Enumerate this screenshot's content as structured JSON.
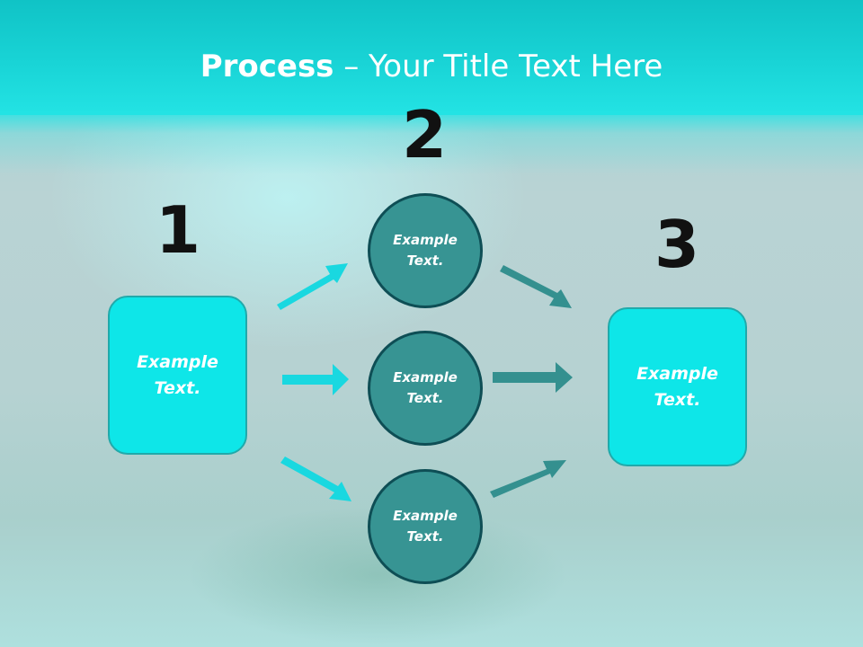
{
  "slide": {
    "title_bold": "Process",
    "title_rest": " – Your Title Text Here"
  },
  "steps": {
    "one": {
      "number": "1",
      "text": "Example Text."
    },
    "two": {
      "number": "2"
    },
    "three": {
      "number": "3",
      "text": "Example Text."
    }
  },
  "circles": [
    {
      "text": "Example Text."
    },
    {
      "text": "Example Text."
    },
    {
      "text": "Example Text."
    }
  ],
  "colors": {
    "banner": "#19d4d6",
    "box_fill": "#0ee6e8",
    "circle_fill": "#379493",
    "arrow_light": "#19d8e0",
    "arrow_dark": "#34908f"
  }
}
